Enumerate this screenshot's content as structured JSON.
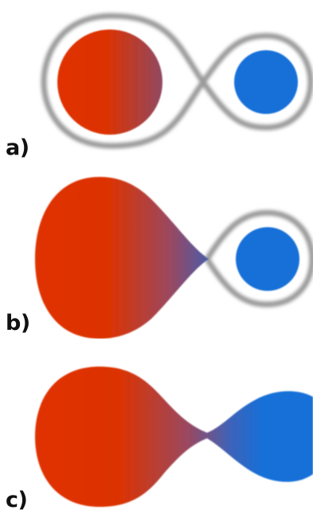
{
  "panels": [
    {
      "label": "a)"
    },
    {
      "label": "b)"
    },
    {
      "label": "c)"
    }
  ],
  "colors": {
    "red": "#e03000",
    "blue": "#1570d8",
    "mid": "#5a5aa0",
    "ring": "#9a9a9a",
    "background": "#ffffff"
  }
}
